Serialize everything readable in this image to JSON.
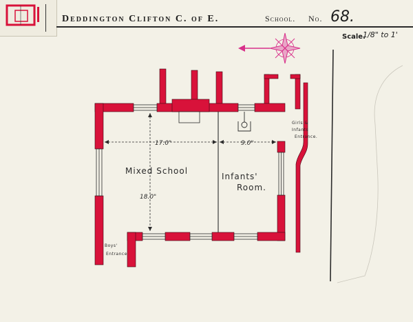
{
  "header": {
    "place": "Deddington Clifton C. of E.",
    "school_label": "School.",
    "number_label": "No.",
    "number_value": "68."
  },
  "scale": {
    "label": "Scale.",
    "value": "1/8\" to 1'"
  },
  "plan": {
    "rooms": {
      "mixed": "Mixed School",
      "infants_line1": "Infants'",
      "infants_line2": "Room."
    },
    "dimensions": {
      "mixed_width": "17.0\"",
      "infants_width": "9.0\"",
      "depth": "18.0\""
    },
    "entrances": {
      "girls_line1": "Girls &",
      "girls_line2": "Infants",
      "girls_line3": "Entrance.",
      "boys_line1": "Boys'",
      "boys_line2": "Entrance"
    }
  },
  "colors": {
    "wall": "#d8123a",
    "ink": "#2b2b2b",
    "paper": "#f3f1e7",
    "compass": "#d8308a"
  }
}
